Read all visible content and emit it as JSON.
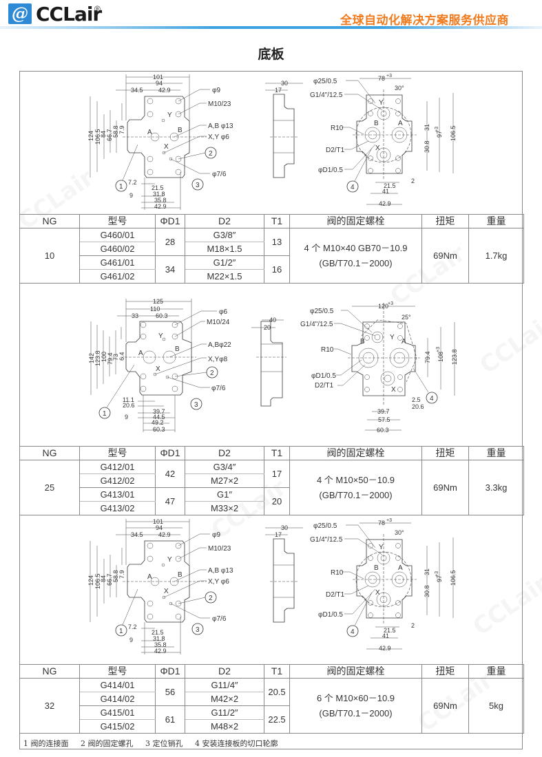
{
  "header": {
    "logo_glyph": "@",
    "logo_text": "CCLair",
    "logo_reg": "®",
    "slogan": "全球自动化解决方案服务供应商"
  },
  "page_title": "底板",
  "table_headers": [
    "NG",
    "型号",
    "ΦD1",
    "D2",
    "T1",
    "阀的固定螺栓",
    "扭矩",
    "重量"
  ],
  "tables": [
    {
      "ng": "10",
      "models": [
        "G460/01",
        "G460/02",
        "G461/01",
        "G461/02"
      ],
      "d1": [
        "28",
        "34"
      ],
      "d2": [
        "G3/8″",
        "M18×1.5",
        "G1/2″",
        "M22×1.5"
      ],
      "t1": [
        "13",
        "16"
      ],
      "bolt_line1": "4 个 M10×40 GB70－10.9",
      "bolt_line2": "(GB/T70.1－2000)",
      "torque": "69Nm",
      "weight": "1.7kg"
    },
    {
      "ng": "25",
      "models": [
        "G412/01",
        "G412/02",
        "G413/01",
        "G413/02"
      ],
      "d1": [
        "42",
        "47"
      ],
      "d2": [
        "G3/4″",
        "M27×2",
        "G1″",
        "M33×2"
      ],
      "t1": [
        "17",
        "20"
      ],
      "bolt_line1": "4 个 M10×50－10.9",
      "bolt_line2": "(GB/T70.1－2000)",
      "torque": "69Nm",
      "weight": "3.3kg"
    },
    {
      "ng": "32",
      "models": [
        "G414/01",
        "G414/02",
        "G415/01",
        "G415/02"
      ],
      "d1": [
        "56",
        "61"
      ],
      "d2": [
        "G11/4″",
        "M42×2",
        "G11/2″",
        "M48×2"
      ],
      "t1": [
        "20.5",
        "22.5"
      ],
      "bolt_line1": "6 个 M10×60－10.9",
      "bolt_line2": "(GB/T70.1－2000)",
      "torque": "69Nm",
      "weight": "5kg"
    }
  ],
  "footnotes": [
    "1 阀的连接面",
    "2 阀的固定螺孔",
    "3 定位销孔",
    "4 安装连接板的切口轮廓"
  ],
  "drawings": {
    "s1_front": {
      "dims_top": [
        "101",
        "94",
        "34.5",
        "42.9"
      ],
      "callouts": [
        "φ9",
        "M10/23",
        "A,B φ13",
        "X,Y φ6",
        "φ7/6"
      ],
      "ports": [
        "A",
        "B",
        "X",
        "Y"
      ],
      "dims_left": [
        "124",
        "106.5",
        "84",
        "66.7",
        "58.8",
        "7.9"
      ],
      "dims_bottom": [
        "7.2",
        "21.5",
        "9",
        "31.8",
        "35.8",
        "42.9"
      ],
      "items": [
        "1",
        "2",
        "3"
      ]
    },
    "s1_side": {
      "dims": [
        "30",
        "17"
      ]
    },
    "s1_rear": {
      "callouts": [
        "φ25/0.5",
        "G1/4\"/12.5",
        "R10",
        "D2/T1",
        "φD1/0.5"
      ],
      "dims": [
        "78",
        "+3",
        "30°",
        "31",
        "30.8",
        "97",
        "+3",
        "106.5",
        "2",
        "21.5",
        "41",
        "42.9"
      ],
      "ports": [
        "Y",
        "B",
        "A",
        "X"
      ],
      "items": [
        "4"
      ]
    },
    "s2_front": {
      "dims_top": [
        "125",
        "110",
        "33",
        "60.3"
      ],
      "callouts": [
        "φ6",
        "M10/24",
        "A,Bφ22",
        "X,Yφ8",
        "φ7/6"
      ],
      "ports": [
        "A",
        "B",
        "X",
        "Y"
      ],
      "dims_left": [
        "142",
        "123.8",
        "100",
        "79.4",
        "73",
        "6.4"
      ],
      "dims_bottom": [
        "11.1",
        "20.6",
        "39.7",
        "9",
        "44.5",
        "49.2",
        "60.3"
      ],
      "items": [
        "1",
        "2",
        "3"
      ]
    },
    "s2_side": {
      "dims": [
        "40",
        "20"
      ]
    },
    "s2_rear": {
      "callouts": [
        "φ25/0.5",
        "G1/4\"/12.5",
        "R10",
        "φD1/0.5",
        "D2/T1"
      ],
      "dims": [
        "120",
        "+3",
        "25°",
        "79.4",
        "108",
        "+3",
        "123.8",
        "2.5",
        "20.6",
        "39.7",
        "57.5",
        "60.3"
      ],
      "ports": [
        "Y",
        "B",
        "A",
        "X"
      ],
      "items": [
        "4"
      ]
    }
  }
}
